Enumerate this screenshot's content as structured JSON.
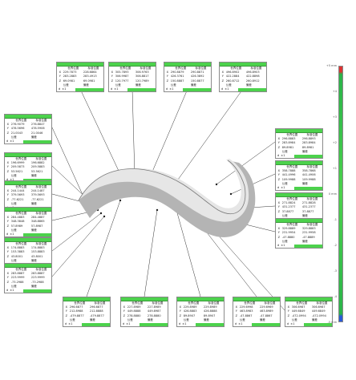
{
  "panel_text": {
    "header_measured": "世界位置",
    "header_nominal": "标准位置",
    "row_tolerance": "公差",
    "row_deviation": "偏差",
    "footer_prefix": "d",
    "footer_value": "±1"
  },
  "panels": [
    {
      "id": "p1",
      "rows": [
        [
          "X",
          "229.7873",
          "228.6864"
        ],
        [
          "Y",
          "283.2883",
          "283.4913"
        ],
        [
          "Z",
          "69.0981",
          "69.0981"
        ]
      ]
    },
    {
      "id": "p2",
      "rows": [
        [
          "X",
          "305.7893",
          "306.9763"
        ],
        [
          "Y",
          "306.9987",
          "306.8817"
        ],
        [
          "Z",
          "120.7977",
          "120.7989"
        ]
      ]
    },
    {
      "id": "p3",
      "rows": [
        [
          "X",
          "290.8879",
          "290.8871"
        ],
        [
          "Y",
          "426.3761",
          "426.3892"
        ],
        [
          "Z",
          "150.8887",
          "150.8877"
        ]
      ]
    },
    {
      "id": "p4",
      "rows": [
        [
          "X",
          "496.8902",
          "496.8903"
        ],
        [
          "Y",
          "422.2884",
          "422.8898"
        ],
        [
          "Z",
          "260.8712",
          "260.8912"
        ]
      ]
    },
    {
      "id": "p5",
      "rows": [
        [
          "X",
          "276.9079",
          "276.8847"
        ],
        [
          "Y",
          "478.5696",
          "478.5906"
        ],
        [
          "Z",
          "21.0043",
          "21.0046"
        ]
      ]
    },
    {
      "id": "p6",
      "rows": [
        [
          "X",
          "196.6999",
          "196.6882"
        ],
        [
          "Y",
          "209.5873",
          "209.5883"
        ],
        [
          "Z",
          "53.5621",
          "53.5621"
        ]
      ]
    },
    {
      "id": "p7",
      "rows": [
        [
          "X",
          "244.1444",
          "244.1487"
        ],
        [
          "Y",
          "379.5693",
          "379.5693"
        ],
        [
          "Z",
          "-77.6221",
          "-77.6221"
        ]
      ]
    },
    {
      "id": "p8",
      "rows": [
        [
          "X",
          "284.4883",
          "284.4887"
        ],
        [
          "Y",
          "348.3848",
          "348.8865"
        ],
        [
          "Z",
          "57.8989",
          "57.8987"
        ]
      ]
    },
    {
      "id": "p9",
      "rows": [
        [
          "X",
          "174.8883",
          "174.8883"
        ],
        [
          "Y",
          "153.3883",
          "153.8883"
        ],
        [
          "Z",
          "43.8001",
          "43.8001"
        ]
      ]
    },
    {
      "id": "p10",
      "rows": [
        [
          "X",
          "283.8887",
          "283.8887"
        ],
        [
          "Y",
          "223.9999",
          "223.9999"
        ],
        [
          "Z",
          "-73.2988",
          "-73.2988"
        ]
      ]
    },
    {
      "id": "p11",
      "rows": [
        [
          "X",
          "296.8883",
          "296.8893"
        ],
        [
          "Y",
          "283.8984",
          "283.8984"
        ],
        [
          "Z",
          "89.8981",
          "89.8981"
        ]
      ]
    },
    {
      "id": "p12",
      "rows": [
        [
          "X",
          "358.7888",
          "358.7868"
        ],
        [
          "Y",
          "441.4996",
          "441.4906"
        ],
        [
          "Z",
          "109.9988",
          "109.9988"
        ]
      ]
    },
    {
      "id": "p13",
      "rows": [
        [
          "X",
          "271.8824",
          "271.8828"
        ],
        [
          "Y",
          "431.2377",
          "431.2377"
        ],
        [
          "Z",
          "37.8877",
          "37.8877"
        ]
      ]
    },
    {
      "id": "p14",
      "rows": [
        [
          "X",
          "329.8889",
          "329.8883"
        ],
        [
          "Y",
          "231.9954",
          "231.9958"
        ],
        [
          "Z",
          "-47.8880",
          "-47.8889"
        ]
      ]
    },
    {
      "id": "p15",
      "rows": [
        [
          "X",
          "296.6877",
          "296.6877"
        ],
        [
          "Y",
          "212.8988",
          "212.8888"
        ],
        [
          "Z",
          "-479.8877",
          "-479.8877"
        ]
      ]
    },
    {
      "id": "p16",
      "rows": [
        [
          "X",
          "227.8989",
          "227.8989"
        ],
        [
          "Y",
          "449.8888",
          "449.8987"
        ],
        [
          "Z",
          "278.8880",
          "278.8880"
        ]
      ]
    },
    {
      "id": "p17",
      "rows": [
        [
          "X",
          "229.8989",
          "229.8989"
        ],
        [
          "Y",
          "426.8883",
          "426.8888"
        ],
        [
          "Z",
          "89.8907",
          "89.8907"
        ]
      ]
    },
    {
      "id": "p18",
      "rows": [
        [
          "X",
          "229.6998",
          "229.6969"
        ],
        [
          "Y",
          "463.8983",
          "463.8989"
        ],
        [
          "Z",
          "-47.8867",
          "-47.8867"
        ]
      ]
    },
    {
      "id": "p19",
      "rows": [
        [
          "X",
          "306.6987",
          "306.6987"
        ],
        [
          "Y",
          "449.6849",
          "449.6849"
        ],
        [
          "Z",
          "-472.0994",
          "-472.0994"
        ]
      ]
    }
  ],
  "scale": {
    "labels": [
      "+5 mm",
      "+4",
      "+3",
      "+2",
      "+1",
      "0 mm",
      "-1",
      "-2",
      "-3",
      "-4",
      "-5 mm"
    ],
    "colors": {
      "top": "#dd3333",
      "middle": "#4cd24c",
      "bottom": "#2a5ad8"
    }
  }
}
